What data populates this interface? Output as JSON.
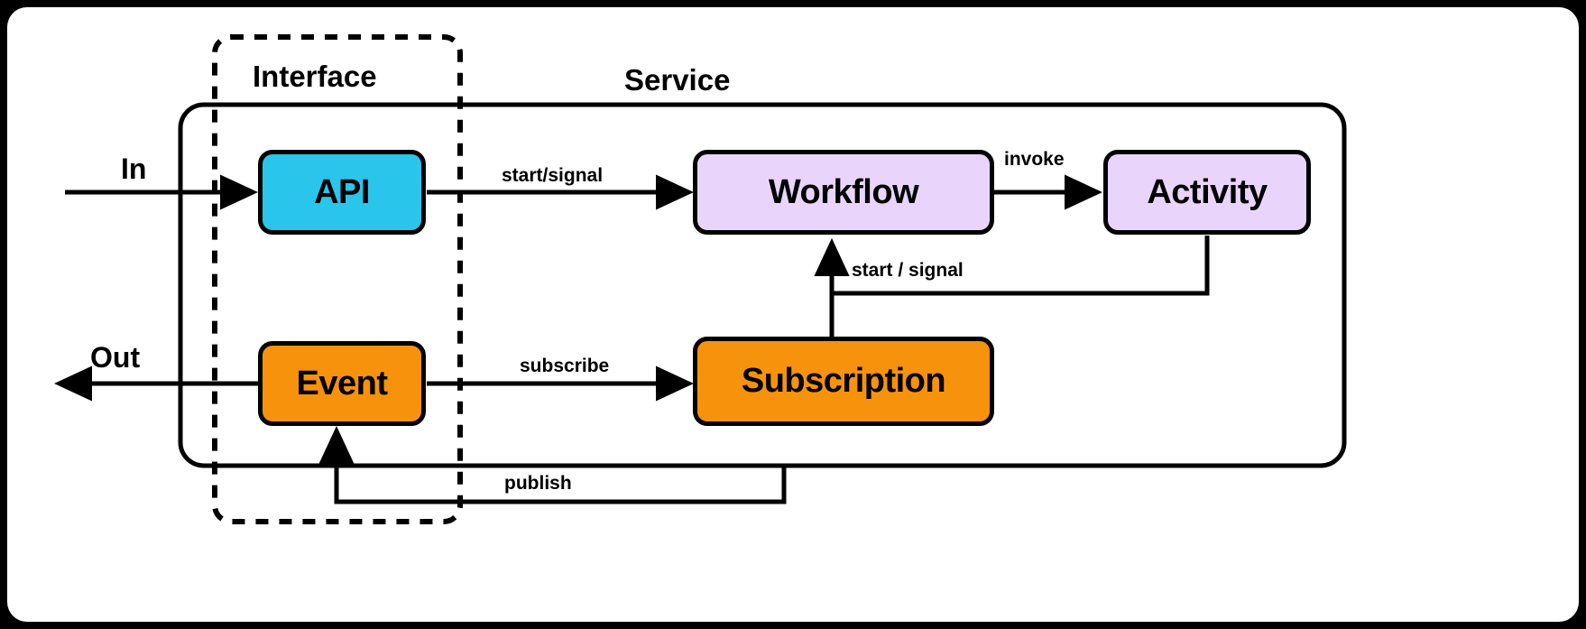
{
  "diagram": {
    "title_visible": false,
    "groups": [
      {
        "id": "interface",
        "label": "Interface",
        "style": "dashed"
      },
      {
        "id": "service",
        "label": "Service",
        "style": "solid"
      }
    ],
    "nodes": [
      {
        "id": "api",
        "label": "API",
        "color": "#29c5ea"
      },
      {
        "id": "workflow",
        "label": "Workflow",
        "color": "#e9d5fb"
      },
      {
        "id": "activity",
        "label": "Activity",
        "color": "#e9d5fb"
      },
      {
        "id": "event",
        "label": "Event",
        "color": "#f7920d"
      },
      {
        "id": "subscription",
        "label": "Subscription",
        "color": "#f7920d"
      }
    ],
    "io": [
      {
        "id": "in",
        "label": "In"
      },
      {
        "id": "out",
        "label": "Out"
      }
    ],
    "edges": [
      {
        "id": "in-api",
        "label": "",
        "from": "in",
        "to": "api"
      },
      {
        "id": "api-workflow",
        "label": "start/signal",
        "from": "api",
        "to": "workflow"
      },
      {
        "id": "workflow-activity",
        "label": "invoke",
        "from": "workflow",
        "to": "activity"
      },
      {
        "id": "activity-workflow",
        "label": "start / signal",
        "from": "activity",
        "to": "workflow"
      },
      {
        "id": "event-subscription",
        "label": "subscribe",
        "from": "event",
        "to": "subscription"
      },
      {
        "id": "subscription-workflow",
        "label": "",
        "from": "subscription",
        "to": "workflow"
      },
      {
        "id": "event-out",
        "label": "",
        "from": "event",
        "to": "out"
      },
      {
        "id": "publish-event",
        "label": "publish",
        "from": "service",
        "to": "event"
      }
    ],
    "colors": {
      "api": "#29c5ea",
      "workflow": "#e9d5fb",
      "activity": "#e9d5fb",
      "event": "#f7920d",
      "subscription": "#f7920d",
      "stroke": "#000000",
      "background": "#ffffff",
      "frame": "#000000"
    }
  }
}
